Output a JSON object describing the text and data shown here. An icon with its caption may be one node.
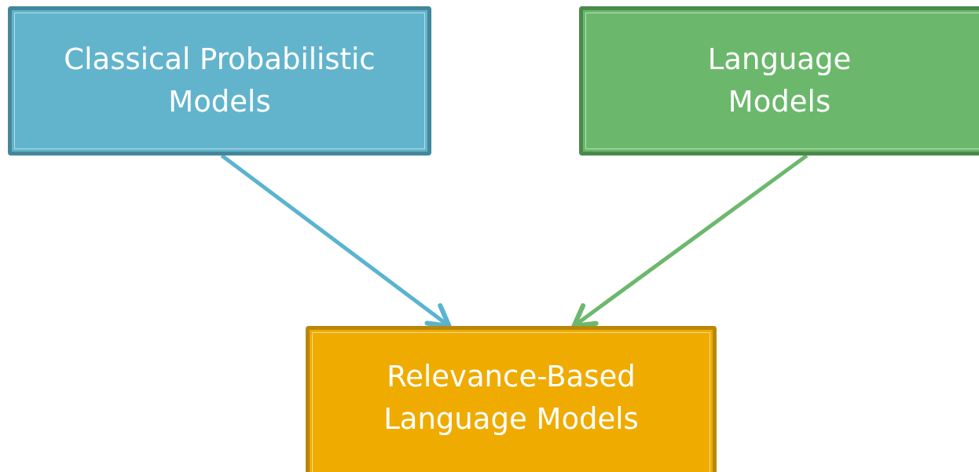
{
  "diagram": {
    "nodes": [
      {
        "text": [
          "Classical Probabilistic Models"
        ]
      },
      {
        "text": [
          "Language Models"
        ]
      },
      {
        "text": [
          "Relevance-Based Language Models"
        ]
      }
    ],
    "edges": [
      {
        "from": 0,
        "to": 2,
        "arrow": "to",
        "color": "#5ab4cf"
      },
      {
        "from": 1,
        "to": 2,
        "arrow": "to",
        "color": "#6cb86d"
      }
    ]
  }
}
